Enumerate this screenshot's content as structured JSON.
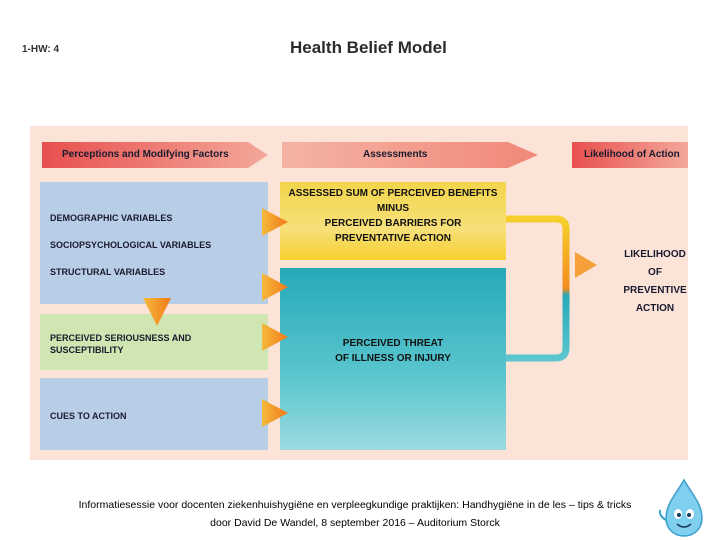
{
  "header": {
    "code": "1-HW: 4",
    "title": "Health Belief Model"
  },
  "bands": {
    "perceptions": "Perceptions and Modifying Factors",
    "assessments": "Assessments",
    "likelihood": "Likelihood of Action"
  },
  "left": {
    "demographic": "DEMOGRAPHIC VARIABLES",
    "sociopsychological": "SOCIOPSYCHOLOGICAL VARIABLES",
    "structural": "STRUCTURAL VARIABLES",
    "seriousness_line1": "PERCEIVED SERIOUSNESS AND",
    "seriousness_line2": "SUSCEPTIBILITY",
    "cues": "CUES TO ACTION"
  },
  "center": {
    "benefits_line1": "ASSESSED SUM OF PERCEIVED BENEFITS",
    "benefits_line2": "MINUS",
    "benefits_line3": "PERCEIVED BARRIERS FOR",
    "benefits_line4": "PREVENTATIVE ACTION",
    "threat_line1": "PERCEIVED THREAT",
    "threat_line2": "OF ILLNESS OR INJURY"
  },
  "right": {
    "line1": "LIKELIHOOD",
    "line2": "OF",
    "line3": "PREVENTIVE",
    "line4": "ACTION"
  },
  "footer": {
    "line1": "Informatiesessie voor docenten ziekenhuishygiëne en verpleegkundige praktijken: Handhygiëne in de les – tips & tricks",
    "line2": "door David De Wandel, 8 september 2016 – Auditorium Storck"
  },
  "colors": {
    "panel": "#fbe3d8",
    "arrow_red": "#e8504e",
    "arrow_pink": "#f2a99b",
    "blue_box": "#b8cde6",
    "green_box": "#cfe5b2",
    "orange": "#f28c1e",
    "yellow": "#f2d54a",
    "teal": "#27a9b8"
  },
  "icons": {
    "mascot": "water-drop-mascot-icon"
  }
}
